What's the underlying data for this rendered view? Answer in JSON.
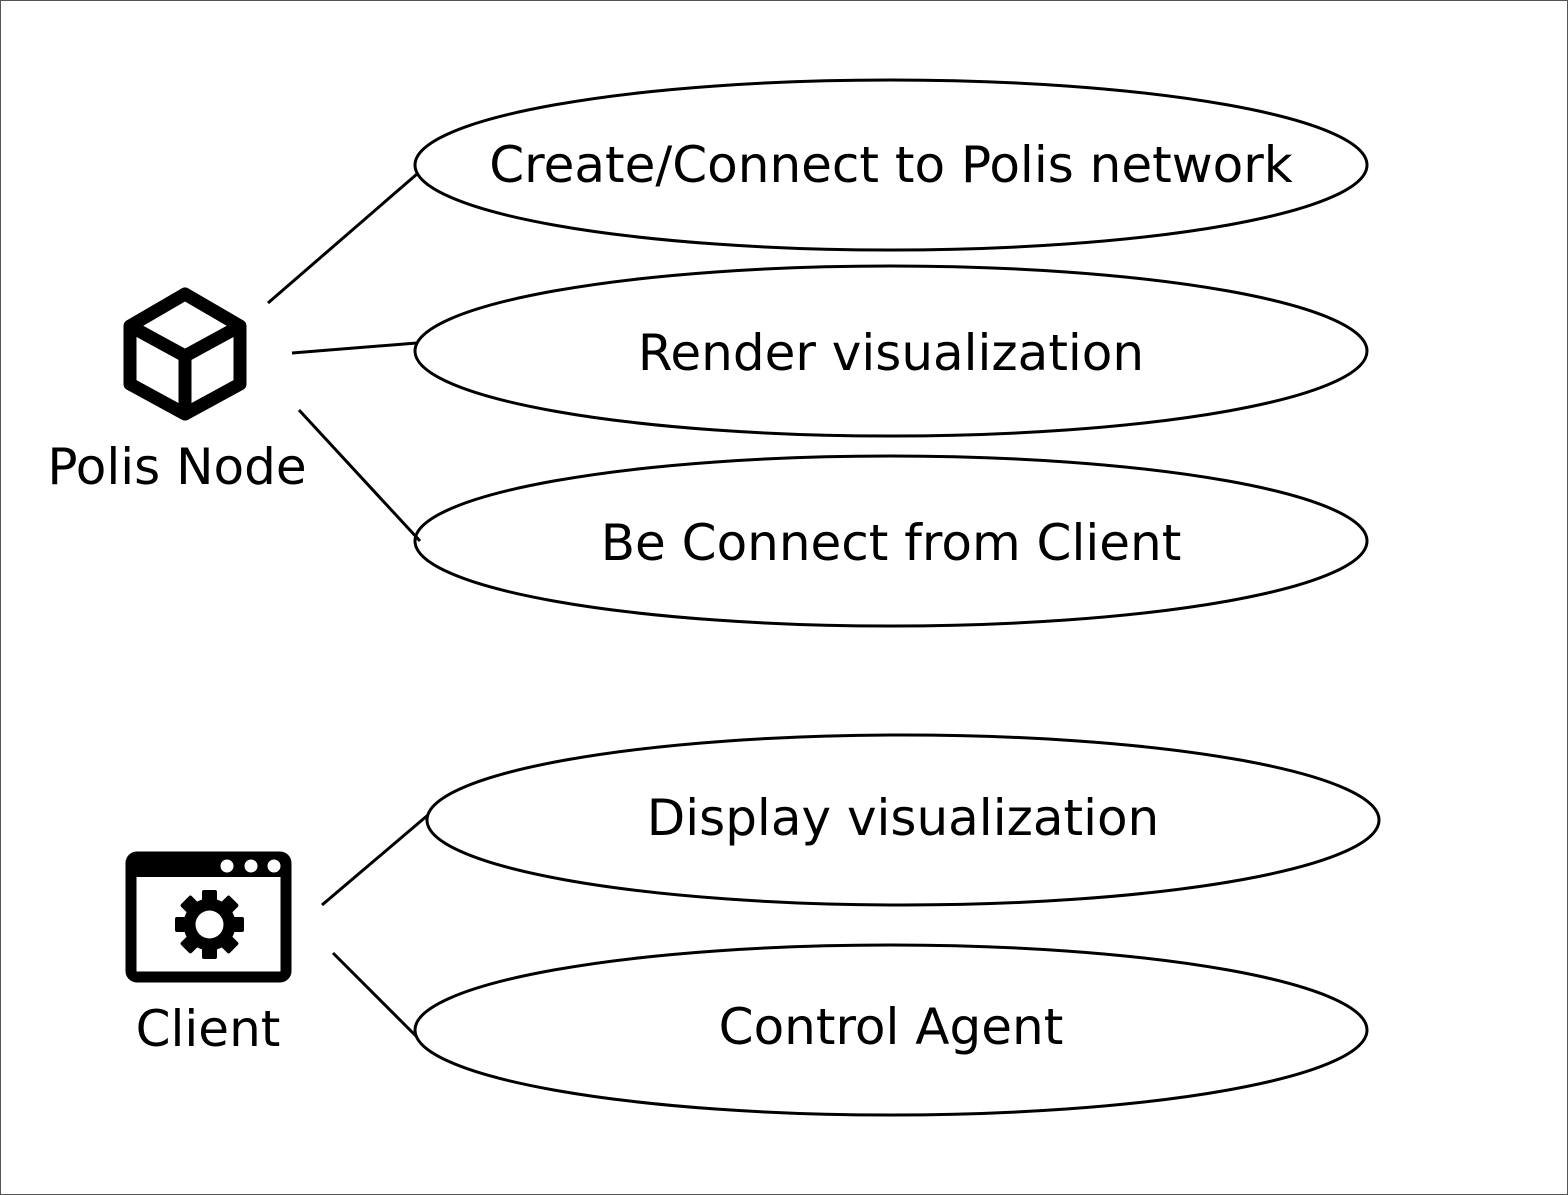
{
  "colors": {
    "stroke": "#000000",
    "background": "#ffffff"
  },
  "actors": [
    {
      "id": "polis-node",
      "label": "Polis Node",
      "icon": "cube-icon"
    },
    {
      "id": "client",
      "label": "Client",
      "icon": "app-window-gear-icon"
    }
  ],
  "use_cases": [
    {
      "actor": "polis-node",
      "label": "Create/Connect to Polis network"
    },
    {
      "actor": "polis-node",
      "label": "Render visualization"
    },
    {
      "actor": "polis-node",
      "label": "Be Connect from Client"
    },
    {
      "actor": "client",
      "label": "Display visualization"
    },
    {
      "actor": "client",
      "label": "Control Agent"
    }
  ]
}
